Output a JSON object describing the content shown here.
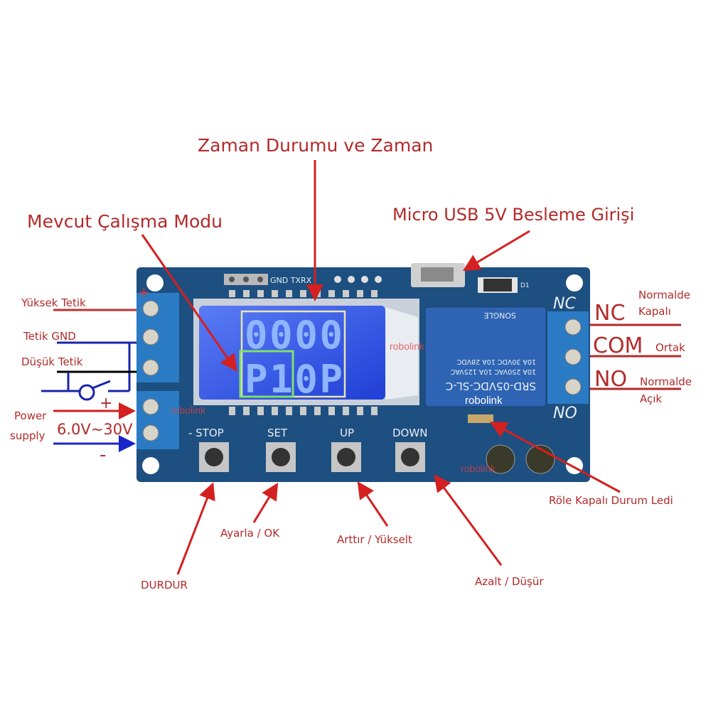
{
  "titles": {
    "time_status": "Zaman Durumu ve Zaman",
    "work_mode": "Mevcut Çalışma Modu",
    "usb": "Micro USB 5V Besleme Girişi",
    "relay_led": "Röle Kapalı Durum Ledi"
  },
  "left_labels": {
    "high_trigger": "Yüksek Tetik",
    "trigger_gnd": "Tetik GND",
    "low_trigger": "Düşük Tetik",
    "power": "Power",
    "supply": "supply",
    "voltage": "6.0V~30V",
    "plus": "+",
    "minus": "-"
  },
  "right_labels": {
    "nc": "NC",
    "nc_desc_1": "Normalde",
    "nc_desc_2": "Kapalı",
    "com": "COM",
    "com_desc": "Ortak",
    "no": "NO",
    "no_desc_1": "Normalde",
    "no_desc_2": "Açık"
  },
  "button_labels": {
    "stop": "DURDUR",
    "set": "Ayarla / OK",
    "up": "Arttır / Yükselt",
    "down": "Azalt / Düşür"
  },
  "board": {
    "silk_stop": "- STOP",
    "silk_set": "SET",
    "silk_up": "UP",
    "silk_down": "DOWN",
    "silk_header": "GND TXRX",
    "silk_d1": "D1",
    "silk_nc": "NC",
    "silk_no": "NO",
    "silk_plus": "+",
    "lcd_top": "0000",
    "lcd_bottom": "P10P",
    "relay_model": "SRD-05VDC-SL-C",
    "relay_spec_1": "10A 250VAC 10A 125VAC",
    "relay_spec_2": "10A 30VDC 10A 28VDC",
    "relay_brand": "SONGLE",
    "watermark": "robolink"
  },
  "colors": {
    "annotation": "#b32a2a",
    "pcb": "#1d4f80",
    "terminal": "#2b7bc4",
    "lcd": "#2a4fe0"
  }
}
